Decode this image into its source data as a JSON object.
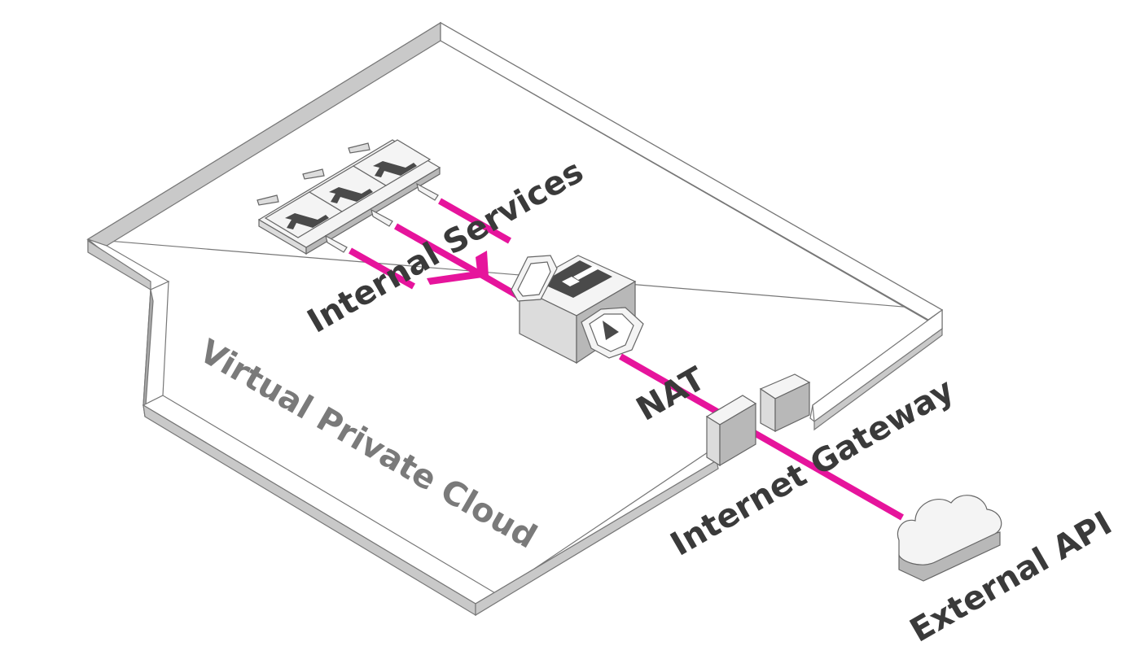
{
  "labels": {
    "vpc": "Virtual Private Cloud",
    "internal_services": "Internal Services",
    "nat": "NAT",
    "internet_gateway": "Internet Gateway",
    "external_api": "External API"
  },
  "colors": {
    "connection": "#e6149c",
    "label_dark": "#3a3a3a",
    "label_muted": "#7a7a7a",
    "wall_side": "#c9c9c9"
  },
  "icons": [
    "lambda-function-icon",
    "nat-gateway-icon",
    "internet-gateway-icon",
    "cloud-icon"
  ]
}
